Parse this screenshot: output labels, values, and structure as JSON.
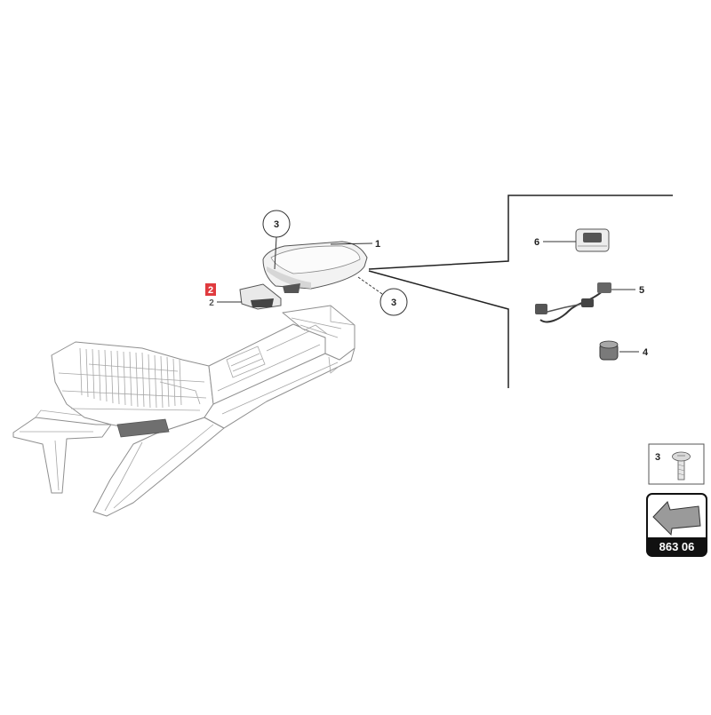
{
  "diagram": {
    "callouts": {
      "part_1": "1",
      "part_2": "2",
      "part_2_under": "2",
      "part_3_top": "3",
      "part_3_right": "3",
      "part_4": "4",
      "part_5": "5",
      "part_6": "6"
    },
    "highlight_color": "#e03a3e"
  },
  "legend": {
    "fastener_label": "3",
    "fastener_icon": "screw-icon"
  },
  "reference": {
    "code": "863 06",
    "icon": "arrow-icon"
  },
  "colors": {
    "line": "#8f8f8f",
    "label_text": "#222222",
    "reference_bar": "#111111"
  }
}
